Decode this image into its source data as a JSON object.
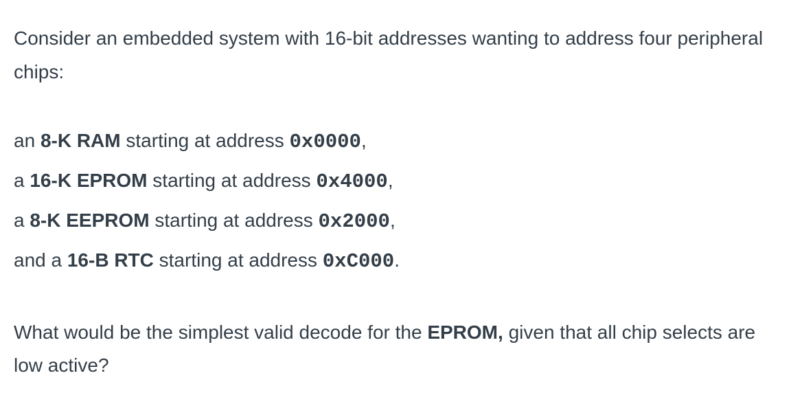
{
  "colors": {
    "text": "#333E48",
    "background": "#FFFFFF"
  },
  "intro": {
    "text": "Consider an embedded system with 16-bit addresses wanting to address four peripheral chips:"
  },
  "chips": [
    {
      "prefix": "an ",
      "name": "8-K RAM",
      "mid": " starting at address ",
      "address": "0x0000",
      "suffix": ","
    },
    {
      "prefix": "a ",
      "name": "16-K EPROM",
      "mid": " starting at address ",
      "address": "0x4000",
      "suffix": ","
    },
    {
      "prefix": "a ",
      "name": "8-K EEPROM",
      "mid": " starting at address ",
      "address": "0x2000",
      "suffix": ","
    },
    {
      "prefix": "and a ",
      "name": "16-B RTC",
      "mid": " starting at address ",
      "address": "0xC000",
      "suffix": "."
    }
  ],
  "question": {
    "before": "What would be the simplest valid decode for the ",
    "emphasis": "EPROM,",
    "after": " given that all chip selects are low active?"
  }
}
